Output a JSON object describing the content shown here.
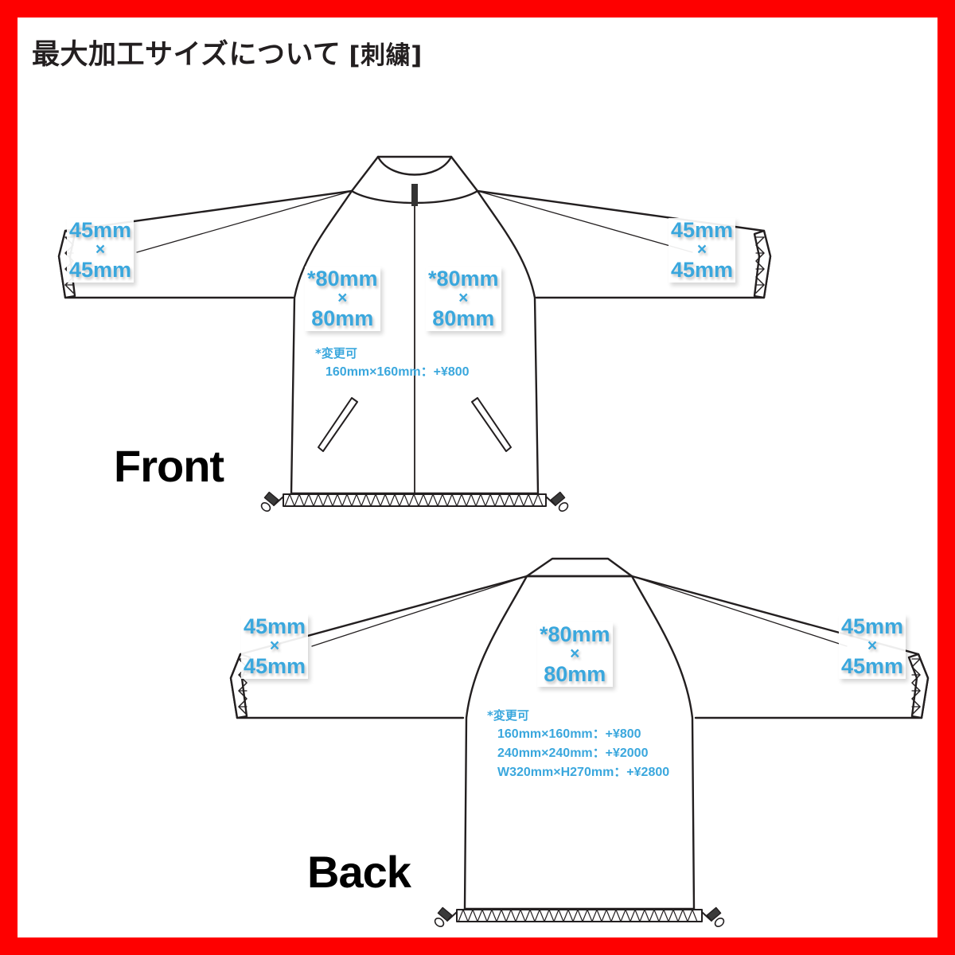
{
  "page": {
    "title_main": "最大加工サイズについて",
    "title_bracket": "[刺繍]",
    "border_color": "#fe0000",
    "accent_color": "#3aa7dd",
    "line_color": "#231f20",
    "background": "#ffffff"
  },
  "front": {
    "caption": "Front",
    "left_sleeve": {
      "w": "45mm",
      "x": "×",
      "h": "45mm"
    },
    "right_sleeve": {
      "w": "45mm",
      "x": "×",
      "h": "45mm"
    },
    "left_chest": {
      "w": "*80mm",
      "x": "×",
      "h": "80mm"
    },
    "right_chest": {
      "w": "*80mm",
      "x": "×",
      "h": "80mm"
    },
    "note": {
      "header": "*変更可",
      "rows": [
        "160mm×160mm：+¥800"
      ]
    }
  },
  "back": {
    "caption": "Back",
    "left_sleeve": {
      "w": "45mm",
      "x": "×",
      "h": "45mm"
    },
    "right_sleeve": {
      "w": "45mm",
      "x": "×",
      "h": "45mm"
    },
    "center_back": {
      "w": "*80mm",
      "x": "×",
      "h": "80mm"
    },
    "note": {
      "header": "*変更可",
      "rows": [
        "160mm×160mm：+¥800",
        "240mm×240mm：+¥2000",
        "W320mm×H270mm：+¥2800"
      ]
    }
  }
}
